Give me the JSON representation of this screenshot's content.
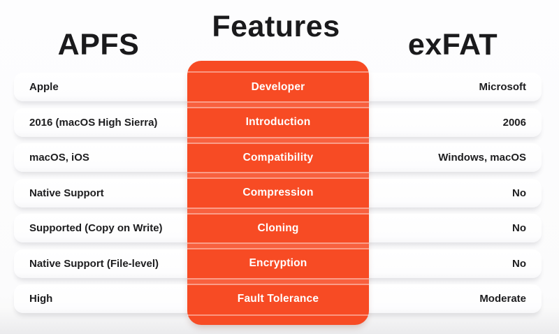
{
  "headers": {
    "left": "APFS",
    "center": "Features",
    "right": "exFAT"
  },
  "colors": {
    "accent_orange": "#F74B24",
    "feature_text": "#FFFFFF",
    "row_text": "#1D1D1F",
    "header_text": "#1A1A1C",
    "pill_background": "#FFFFFF"
  },
  "table": {
    "rows": [
      {
        "feature": "Developer",
        "left": "Apple",
        "right": "Microsoft"
      },
      {
        "feature": "Introduction",
        "left": "2016 (macOS High Sierra)",
        "right": "2006"
      },
      {
        "feature": "Compatibility",
        "left": "macOS, iOS",
        "right": "Windows, macOS"
      },
      {
        "feature": "Compression",
        "left": "Native Support",
        "right": "No"
      },
      {
        "feature": "Cloning",
        "left": "Supported (Copy on Write)",
        "right": "No"
      },
      {
        "feature": "Encryption",
        "left": "Native Support (File-level)",
        "right": "No"
      },
      {
        "feature": "Fault Tolerance",
        "left": "High",
        "right": "Moderate"
      }
    ]
  },
  "chart_data": {
    "type": "table",
    "title": "Features",
    "columns": [
      "APFS",
      "Features",
      "exFAT"
    ],
    "rows": [
      [
        "Apple",
        "Developer",
        "Microsoft"
      ],
      [
        "2016 (macOS High Sierra)",
        "Introduction",
        "2006"
      ],
      [
        "macOS, iOS",
        "Compatibility",
        "Windows, macOS"
      ],
      [
        "Native Support",
        "Compression",
        "No"
      ],
      [
        "Supported (Copy on Write)",
        "Cloning",
        "No"
      ],
      [
        "Native Support (File-level)",
        "Encryption",
        "No"
      ],
      [
        "High",
        "Fault Tolerance",
        "Moderate"
      ]
    ],
    "layout_hints": {
      "center_column_highlighted": true,
      "highlight_color": "#F74B24",
      "left_column_align": "left",
      "right_column_align": "right"
    }
  }
}
